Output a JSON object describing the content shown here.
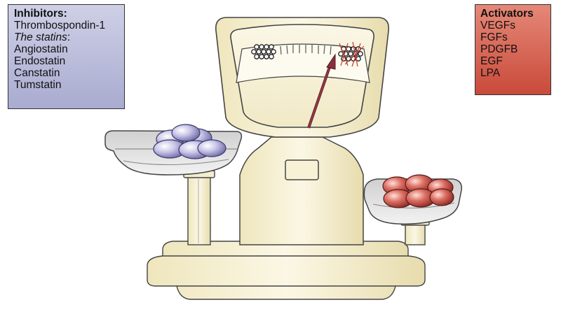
{
  "inhibitors": {
    "title": "Inhibitors:",
    "item_1": "Thrombospondin-1",
    "statins_label": "The statins",
    "statins_colon": ":",
    "item_2": "Angiostatin",
    "item_3": "Endostatin",
    "item_4": "Canstatin",
    "item_5": "Tumstatin"
  },
  "activators": {
    "title": "Activators",
    "items": [
      "VEGFs",
      "FGFs",
      "PDGFB",
      "EGF",
      "LPA"
    ]
  },
  "colors": {
    "inhibitor_ball": "#b8b6dc",
    "activator_ball": "#d9695f",
    "scale_body": "#f6f0d2",
    "needle": "#8a2f3c"
  }
}
